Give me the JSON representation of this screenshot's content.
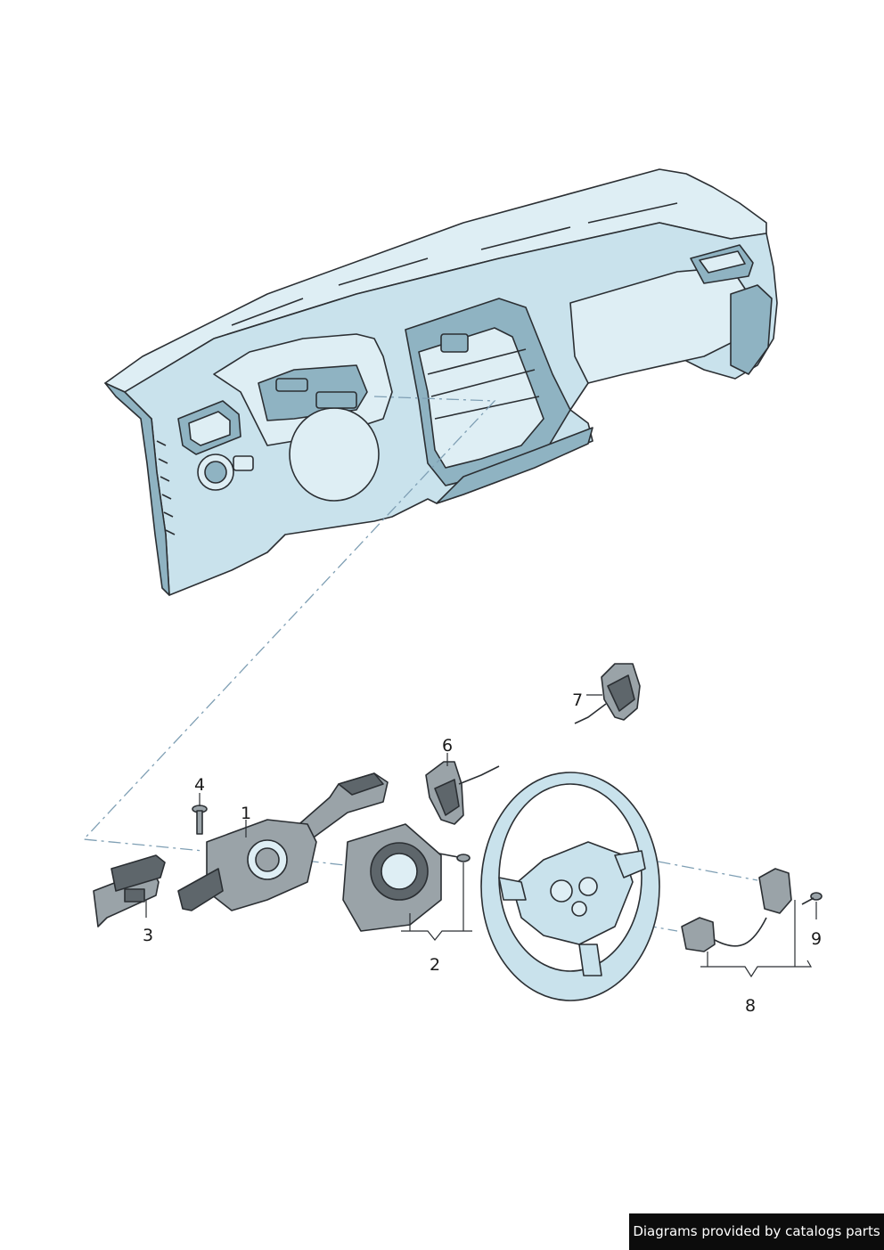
{
  "callouts": {
    "c1": "1",
    "c2": "2",
    "c3": "3",
    "c4": "4",
    "c6": "6",
    "c7": "7",
    "c8": "8",
    "c9": "9"
  },
  "credit": "Diagrams provided by catalogs parts",
  "colors": {
    "dashboard_fill": "#c9e2ec",
    "outline": "#2b2f33",
    "part_grey": "#9aa3a8",
    "dashdot_line": "#7f9fb4",
    "credit_bg": "#0c0c0c"
  }
}
